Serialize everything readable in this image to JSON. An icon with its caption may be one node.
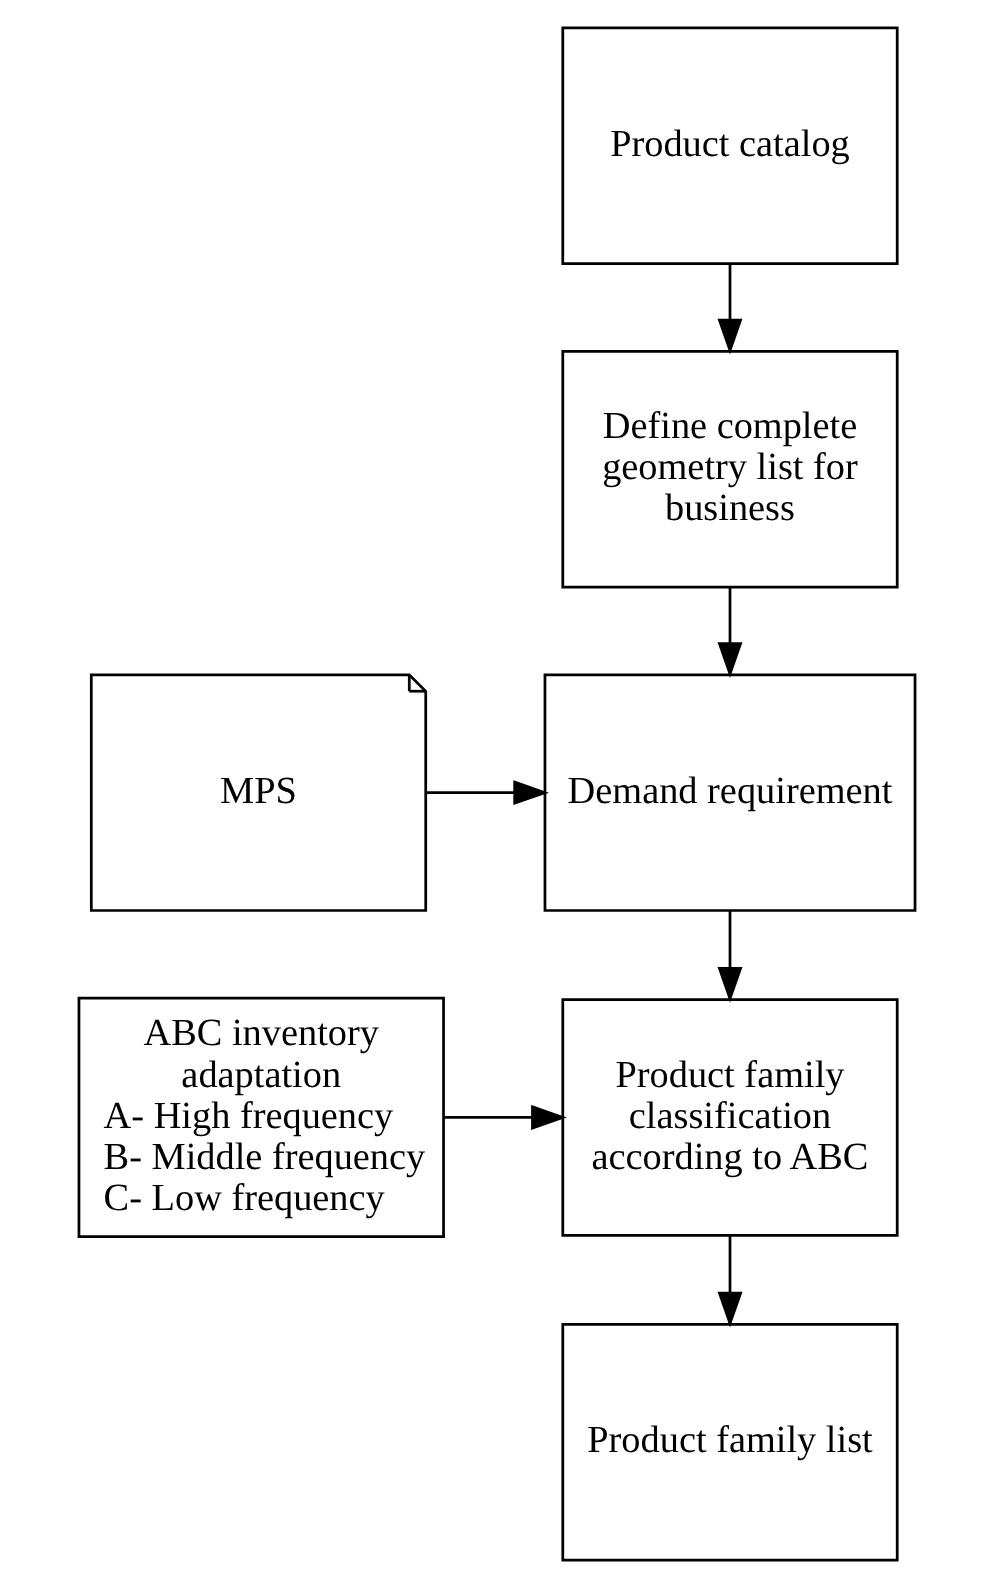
{
  "diagram": {
    "nodes": [
      {
        "text": [
          "Product catalog"
        ]
      },
      {
        "text": [
          "Define complete geometry list for business"
        ]
      },
      {
        "text": [
          "MPS"
        ]
      },
      {
        "text": [
          "Demand requirement"
        ]
      },
      {
        "text": [
          "ABC inventory adaptation",
          "A- High frequency",
          "B- Middle frequency",
          "C- Low frequency"
        ]
      },
      {
        "text": [
          "Product family classification according to ABC"
        ]
      },
      {
        "text": [
          "Product family list"
        ]
      }
    ],
    "edges": [
      {
        "from": 0,
        "to": 1,
        "arrow": "to"
      },
      {
        "from": 1,
        "to": 3,
        "arrow": "to"
      },
      {
        "from": 2,
        "to": 3,
        "arrow": "to"
      },
      {
        "from": 3,
        "to": 5,
        "arrow": "to"
      },
      {
        "from": 4,
        "to": 5,
        "arrow": "to"
      },
      {
        "from": 5,
        "to": 6,
        "arrow": "to"
      }
    ]
  }
}
